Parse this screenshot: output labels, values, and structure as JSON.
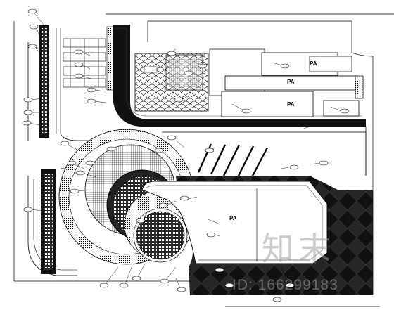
{
  "drawing": {
    "parking_labels": [
      "PA",
      "PA",
      "PA",
      "PA"
    ],
    "fill_colors": {
      "ink": "#000000",
      "dark_paving": "#1a1a1a",
      "paper": "#ffffff",
      "gravel": "#d0d0d0"
    }
  },
  "watermark": {
    "logo_text": "知末",
    "id_text": "ID: 166299183"
  }
}
